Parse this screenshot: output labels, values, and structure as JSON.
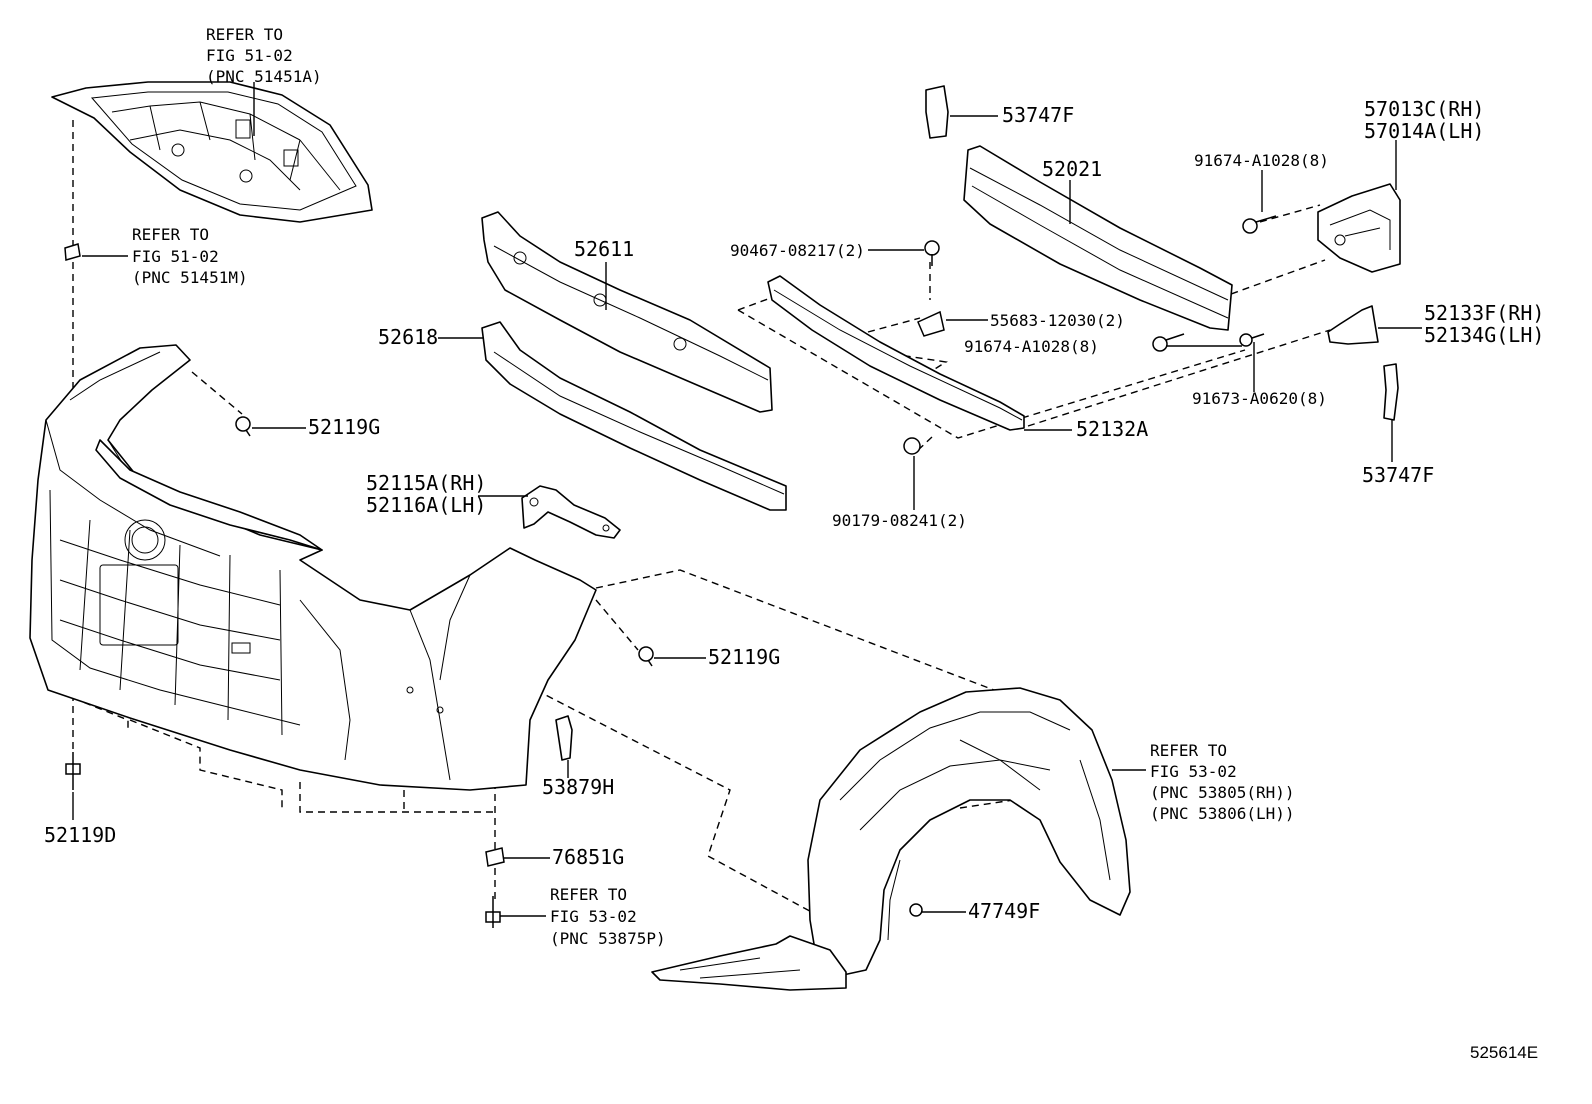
{
  "diagram_code": "525614E",
  "callouts": {
    "ref_5102_a": [
      "REFER TO",
      "FIG 51-02",
      "(PNC 51451A)"
    ],
    "ref_5102_m": [
      "REFER TO",
      "FIG 51-02",
      "(PNC 51451M)"
    ],
    "p53747f_top": "53747F",
    "p57013c": "57013C(RH)",
    "p57014a": "57014A(LH)",
    "p91674_top": "91674-A1028(8)",
    "p52021": "52021",
    "p52611": "52611",
    "p90467": "90467-08217(2)",
    "p52618": "52618",
    "p55683": "55683-12030(2)",
    "p91674_mid": "91674-A1028(8)",
    "p52133f": "52133F(RH)",
    "p52134g": "52134G(LH)",
    "p91673": "91673-A0620(8)",
    "p52119g_top": "52119G",
    "p52132a": "52132A",
    "p53747f_bottom": "53747F",
    "p52115a": "52115A(RH)",
    "p52116a": "52116A(LH)",
    "p90179": "90179-08241(2)",
    "p52119g_mid": "52119G",
    "ref_5302_liner": [
      "REFER TO",
      "FIG 53-02",
      "(PNC 53805(RH))",
      "(PNC 53806(LH))"
    ],
    "p53879h": "53879H",
    "p52119d": "52119D",
    "p76851g": "76851G",
    "ref_5302_p": [
      "REFER TO",
      "FIG 53-02",
      "(PNC 53875P)"
    ],
    "p47749f": "47749F"
  }
}
